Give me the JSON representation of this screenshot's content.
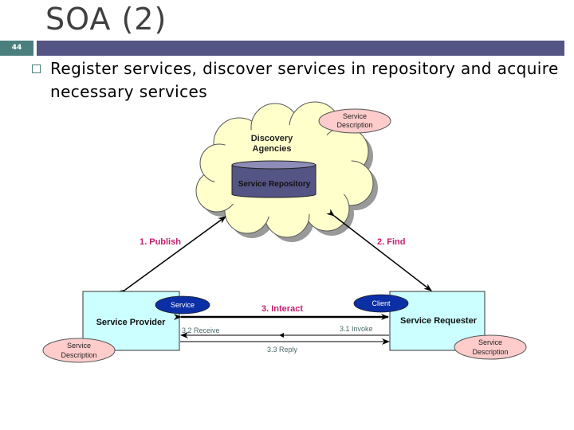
{
  "slide": {
    "title": "SOA (2)",
    "number": "44",
    "bullet": "Register services, discover services in repository and acquire necessary services"
  },
  "diagram": {
    "discovery": {
      "label_line1": "Discovery",
      "label_line2": "Agencies",
      "repository": "Service Repository",
      "description_line1": "Service",
      "description_line2": "Description"
    },
    "provider": {
      "label": "Service Provider",
      "service": "Service",
      "description_line1": "Service",
      "description_line2": "Description"
    },
    "requester": {
      "label": "Service Requester",
      "client": "Client",
      "description_line1": "Service",
      "description_line2": "Description"
    },
    "arrows": {
      "publish": "1. Publish",
      "find": "2. Find",
      "interact": "3. Interact",
      "invoke": "3.1 Invoke",
      "receive": "3.2 Receive",
      "reply": "3.3 Reply"
    },
    "colors": {
      "cloud": "#ffffcc",
      "box": "#ccffff",
      "oval_blue": "#0b2fa5",
      "oval_pink": "#ffcccc",
      "repository": "#545485",
      "step_label": "#c4206f",
      "sub_label": "#4b6a6a"
    }
  }
}
